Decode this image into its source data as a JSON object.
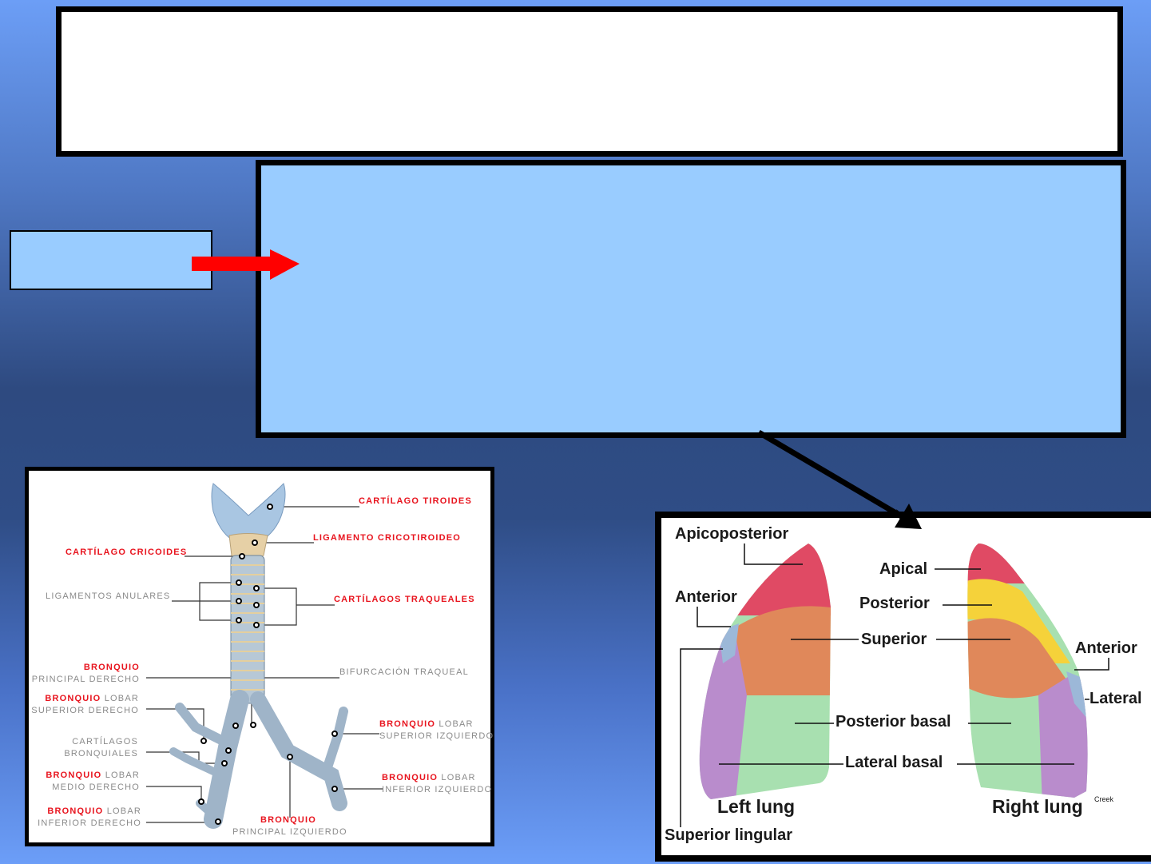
{
  "slide": {
    "title": "",
    "main_text": "",
    "small_label": ""
  },
  "colors": {
    "box_fill": "#99ccff",
    "arrow_red": "#ff0000",
    "label_red": "#e8141e"
  },
  "icons": {
    "red_arrow": "arrow-right-icon",
    "black_arrow": "arrow-down-right-icon"
  },
  "trachea_diagram": {
    "cartilago_tiroides": "CARTÍLAGO TIROIDES",
    "ligamento_cricotiroideo": "LIGAMENTO CRICOTIROIDEO",
    "cartilago_cricoides": "CARTÍLAGO CRICOIDES",
    "ligamentos_anulares": "LIGAMENTOS ANULARES",
    "cartilagos_traqueales": "CARTÍLAGOS TRAQUEALES",
    "bronquio": "BRONQUIO",
    "lobar": "LOBAR",
    "principal_derecho": "PRINCIPAL DERECHO",
    "bifurcacion_traqueal": "BIFURCACIÓN TRAQUEAL",
    "superior_derecho": "SUPERIOR DERECHO",
    "cartilagos": "CARTÍLAGOS",
    "bronquiales": "BRONQUIALES",
    "medio_derecho": "MEDIO DERECHO",
    "inferior_derecho": "INFERIOR DERECHO",
    "principal_izquierdo": "PRINCIPAL IZQUIERDO",
    "superior_izquierdo": "SUPERIOR IZQUIERDO",
    "inferior_izquierdo": "INFERIOR IZQUIERDO"
  },
  "lung_diagram": {
    "apicoposterior": "Apicoposterior",
    "anterior_left": "Anterior",
    "apical": "Apical",
    "posterior": "Posterior",
    "superior": "Superior",
    "anterior_right": "Anterior",
    "lateral": "Lateral",
    "posterior_basal": "Posterior basal",
    "lateral_basal": "Lateral basal",
    "left_lung": "Left lung",
    "right_lung": "Right lung",
    "superior_lingular": "Superior lingular",
    "credit": "Creek"
  }
}
